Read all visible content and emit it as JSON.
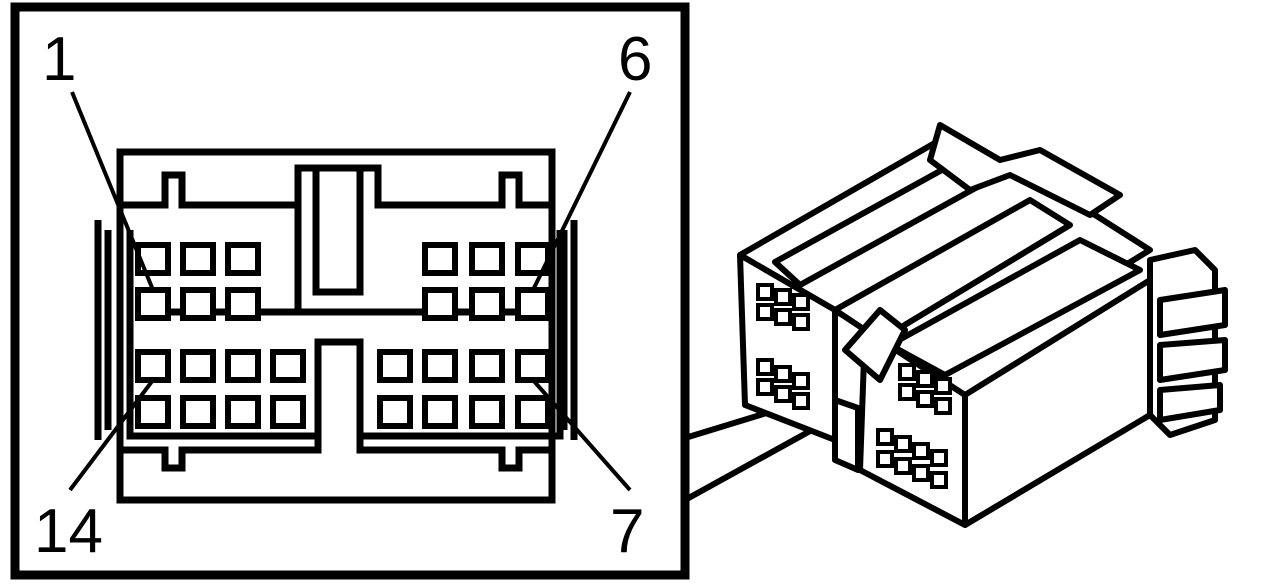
{
  "pin_labels": {
    "pin_1": "1",
    "pin_6": "6",
    "pin_14": "14",
    "pin_7": "7"
  },
  "colors": {
    "stroke": "#000000",
    "background": "#ffffff"
  }
}
